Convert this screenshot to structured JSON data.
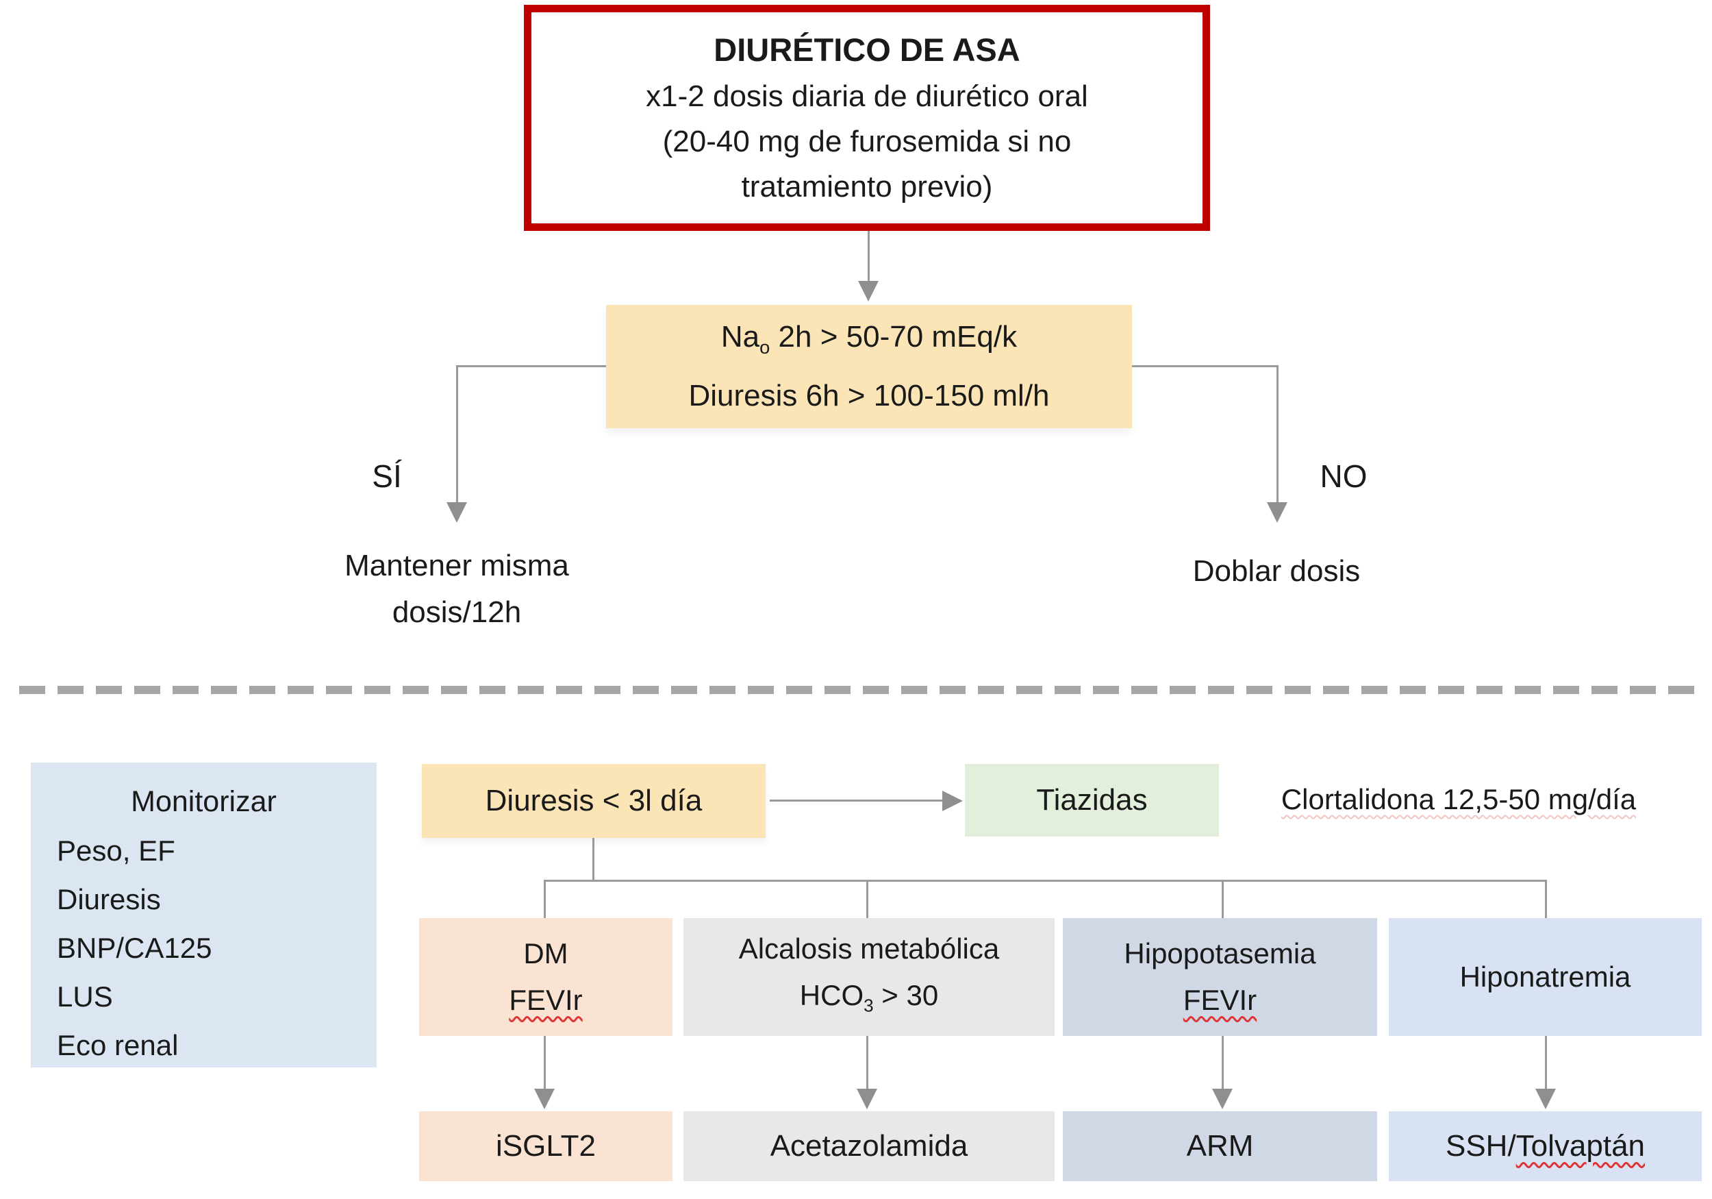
{
  "colors": {
    "root_border": "#C00000",
    "yellow": "#FBE5B6",
    "green": "#E2EFDA",
    "monitor_blue": "#DBE6F2",
    "peach": "#FAE3D3",
    "gray": "#E8E8EA",
    "blue_gray": "#CFD8E4",
    "light_blue": "#D9E2F2",
    "line_gray": "#9a9a9a"
  },
  "root": {
    "title": "DIURÉTICO DE ASA",
    "line2": "x1-2 dosis diaria de diurético oral",
    "line3": "(20-40 mg de furosemida si no",
    "line4": "tratamiento previo)"
  },
  "decision": {
    "na": "Na",
    "na_sub": "o",
    "na_rest": " 2h > 50-70 mEq/k",
    "line2": "Diuresis 6h > 100-150 ml/h"
  },
  "branch": {
    "yes": "SÍ",
    "no": "NO",
    "yes_line1": "Mantener misma",
    "yes_line2": "dosis/12h",
    "no_result": "Doblar dosis"
  },
  "monitor": {
    "title": "Monitorizar",
    "items": [
      "Peso, EF",
      "Diuresis",
      "BNP/CA125",
      "LUS",
      "Eco renal"
    ]
  },
  "second_stage": {
    "diuresis": "Diuresis < 3l día",
    "tiazidas": "Tiazidas",
    "note": "Clortalidona 12,5-50 mg/día"
  },
  "columns": {
    "dm": {
      "l1": "DM",
      "l2": "FEVIr",
      "result": "iSGLT2"
    },
    "alcalosis": {
      "l1": "Alcalosis metabólica",
      "hco": "HCO",
      "hco_sub": "3",
      "hco_rest": " > 30",
      "result": "Acetazolamida"
    },
    "hipopotasemia": {
      "l1": "Hipopotasemia",
      "l2": "FEVIr",
      "result": "ARM"
    },
    "hiponatremia": {
      "l1": "Hiponatremia",
      "result_prefix": "SSH/",
      "result_word": "Tolvaptán"
    }
  }
}
